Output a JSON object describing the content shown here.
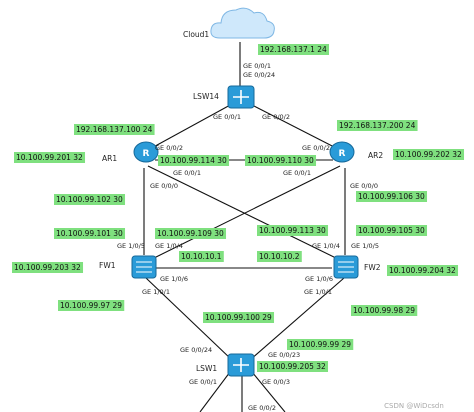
{
  "devices": {
    "cloud": "Cloud1",
    "lsw14": "LSW14",
    "ar1": "AR1",
    "ar2": "AR2",
    "fw1": "FW1",
    "fw2": "FW2",
    "lsw1": "LSW1"
  },
  "ips": {
    "cloud_ip": "192.168.137.1 24",
    "ar1_up": "192.168.137.100 24",
    "ar2_up": "192.168.137.200 24",
    "ar1_left": "10.100.99.201 32",
    "ar2_right": "10.100.99.202 32",
    "ar1_to_ar2": "10.100.99.114 30",
    "ar2_to_ar1": "10.100.99.110 30",
    "ar1_to_fw1": "10.100.99.102 30",
    "ar2_to_fw2": "10.100.99.106 30",
    "fw1_to_ar1": "10.100.99.101 30",
    "fw2_to_ar2": "10.100.99.105 30",
    "fw1_cross": "10.100.99.109 30",
    "fw2_cross": "10.100.99.113 30",
    "hb1": "10.10.10.1",
    "hb2": "10.10.10.2",
    "fw1_left": "10.100.99.203 32",
    "fw2_right": "10.100.99.204 32",
    "fw1_down": "10.100.99.97 29",
    "fw2_down": "10.100.99.98 29",
    "lsw1_mid": "10.100.99.100 29",
    "lsw1_vip": "10.100.99.99 29",
    "lsw1_loop": "10.100.99.205 32"
  },
  "ports": {
    "cloud_p": "GE 0/0/1",
    "lsw14_top": "GE 0/0/24",
    "lsw14_l": "GE 0/0/1",
    "lsw14_r": "GE 0/0/2",
    "ar1_up": "GE 0/0/2",
    "ar2_up": "GE 0/0/2",
    "ar1_g1": "GE 0/0/1",
    "ar2_g1": "GE 0/0/1",
    "ar1_g0": "GE 0/0/0",
    "ar2_g0": "GE 0/0/0",
    "fw1_105": "GE 1/0/5",
    "fw1_104": "GE 1/0/4",
    "fw2_104": "GE 1/0/4",
    "fw2_105": "GE 1/0/5",
    "fw1_106": "GE 1/0/6",
    "fw2_106": "GE 1/0/6",
    "fw1_101": "GE 1/0/1",
    "fw2_101": "GE 1/0/1",
    "lsw1_24": "GE 0/0/24",
    "lsw1_23": "GE 0/0/23",
    "lsw1_1": "GE 0/0/1",
    "lsw1_3": "GE 0/0/3",
    "lsw1_2": "GE 0/0/2"
  },
  "watermark": "CSDN @WiDcsdn",
  "colors": {
    "highlight": "#7fe07f",
    "device": "#2a9bd8",
    "line": "#111111"
  }
}
